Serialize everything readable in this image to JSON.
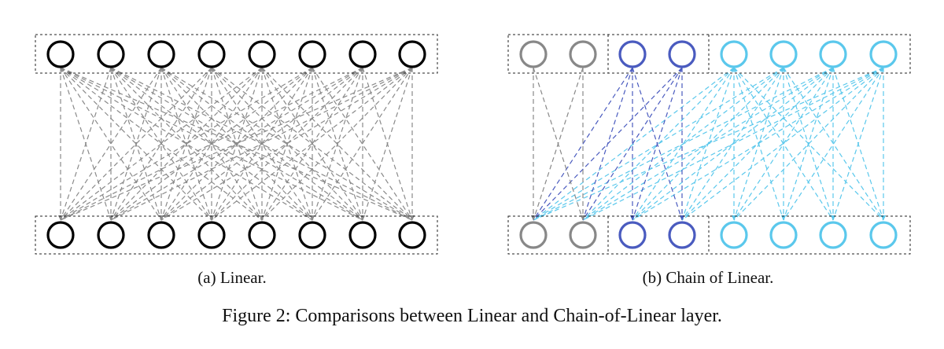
{
  "panel_a": {
    "caption": "(a) Linear.",
    "node_color": "#000000",
    "edge_color": "#8a8a8a"
  },
  "panel_b": {
    "caption": "(b) Chain of Linear.",
    "groups": [
      {
        "node_color": "#888888",
        "edge_color": "#888888",
        "size": 2
      },
      {
        "node_color": "#4a5bbf",
        "edge_color": "#4a5bbf",
        "size": 2
      },
      {
        "node_color": "#5bc8ec",
        "edge_color": "#5bc8ec",
        "size": 4
      }
    ]
  },
  "figure_caption": "Figure 2: Comparisons between Linear and Chain-of-Linear layer."
}
